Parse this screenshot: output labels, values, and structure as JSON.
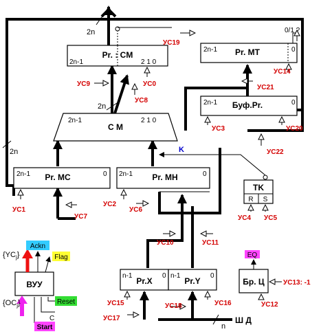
{
  "registers": {
    "rg_cm": {
      "title": "Pr. : CM",
      "msb": "2n-1",
      "lsb": "2 1 0"
    },
    "rg_mt": {
      "title": "Pr. MT",
      "msb": "2n-1",
      "lsb": "0"
    },
    "buf_rg": {
      "title": "Буф.Pr.",
      "msb": "2n-1",
      "lsb": "0"
    },
    "adder": {
      "title": "C M",
      "msb": "2n-1",
      "lsb": "2 1 0"
    },
    "rg_mc": {
      "title": "Pr. MC",
      "msb": "2n-1",
      "lsb": "0"
    },
    "rg_mh": {
      "title": "Pr. MH",
      "msb": "2n-1",
      "lsb": "0"
    },
    "tk": {
      "title": "TK",
      "r": "R",
      "s": "S"
    },
    "rg_x": {
      "title": "Pr.X",
      "msb": "n-1",
      "lsb": "0"
    },
    "rg_y": {
      "title": "Pr.Y",
      "msb": "n-1",
      "lsb": "0"
    },
    "bvu": {
      "title": "ВУУ"
    },
    "br_c": {
      "title": "Бр. Ц"
    }
  },
  "signals": {
    "us0": "УС0",
    "us1": "УС1",
    "us2": "УС2",
    "us3": "УС3",
    "us4": "УС4",
    "us5": "УС5",
    "us6": "УС6",
    "us7": "УС7",
    "us8": "УС8",
    "us9": "УС9",
    "us10": "УС10",
    "us11": "УС11",
    "us12": "УС12",
    "us13": "УС13: -1",
    "us14": "УС14",
    "us15": "УС15",
    "us16": "УС16",
    "us17": "УС17",
    "us18": "УС18",
    "us19": "УС19",
    "us20": "УС20",
    "us21": "УС21",
    "us22": "УС22"
  },
  "labels": {
    "bus_2n_top": "2n",
    "bus_2n_mid": "2n",
    "bus_2n_left": "2n",
    "bus_n": "n",
    "k": "K",
    "mt_out": "0/1 ?",
    "ycj": "{YC",
    "ycj_sub": "j",
    "ycj_close": "}",
    "ocj": "{OC",
    "ocj_sub": "j",
    "ocj_close": "}",
    "c": "C",
    "shd": "Ш Д"
  },
  "tags": {
    "ackn": "Ackn",
    "flag": "Flag",
    "reset": "Reset",
    "start": "Start",
    "eq": "EQ"
  },
  "colors": {
    "signal_text": "#d40000",
    "k_text": "#0000cc",
    "ackn_bg": "#33ccff",
    "flag_bg": "#ffff33",
    "reset_bg": "#33dd33",
    "start_bg": "#ff44ff",
    "eq_bg": "#ff44ff",
    "ack_arrow": "#ee1111",
    "oc_arrow": "#ee22ee"
  }
}
